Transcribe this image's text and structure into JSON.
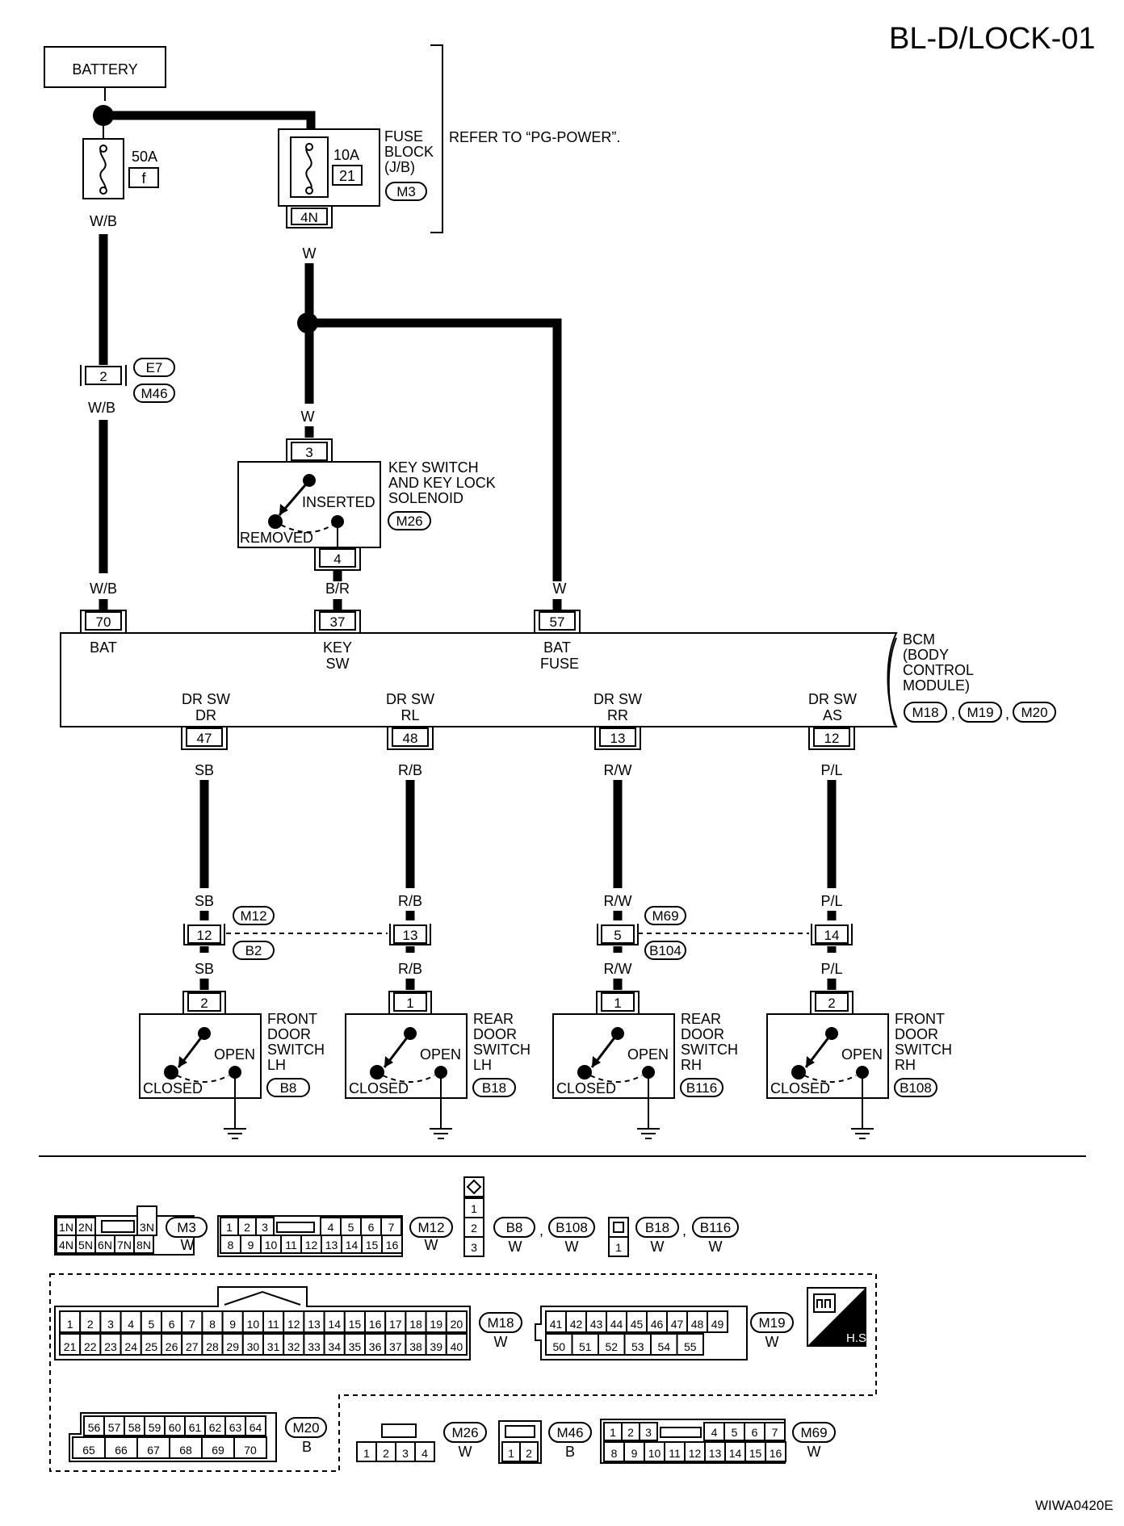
{
  "title": "BL-D/LOCK-01",
  "footer_code": "WIWA0420E",
  "battery": {
    "label": "BATTERY",
    "fuse_amps": "50A",
    "fuse_id": "f",
    "wire": "W/B"
  },
  "fuse_block": {
    "amps": "10A",
    "number": "21",
    "terminal": "4N",
    "wire": "W",
    "name_lines": [
      "FUSE",
      "BLOCK",
      "(J/B)"
    ],
    "connector": "M3",
    "refer": "REFER TO “PG-POWER”."
  },
  "inline_conn_top": {
    "pin": "2",
    "conn_a": "E7",
    "conn_b": "M46",
    "wire": "W/B"
  },
  "key_switch": {
    "pin_in": "3",
    "pin_out": "4",
    "wire_in": "W",
    "wire_out": "B/R",
    "inserted": "INSERTED",
    "removed": "REMOVED",
    "name_lines": [
      "KEY SWITCH",
      "AND KEY LOCK",
      "SOLENOID"
    ],
    "connector": "M26"
  },
  "bcm": {
    "name_lines": [
      "BCM",
      "(BODY",
      "CONTROL",
      "MODULE)"
    ],
    "connectors": [
      "M18",
      "M19",
      "M20"
    ],
    "top_pins": [
      {
        "pin": "70",
        "wire": "W/B",
        "label": [
          "BAT"
        ]
      },
      {
        "pin": "37",
        "wire": "B/R",
        "label": [
          "KEY",
          "SW"
        ]
      },
      {
        "pin": "57",
        "wire": "W",
        "label": [
          "BAT",
          "FUSE"
        ]
      }
    ],
    "bottom_pins": [
      {
        "pin": "47",
        "wire": "SB",
        "label": [
          "DR SW",
          "DR"
        ]
      },
      {
        "pin": "48",
        "wire": "R/B",
        "label": [
          "DR SW",
          "RL"
        ]
      },
      {
        "pin": "13",
        "wire": "R/W",
        "label": [
          "DR SW",
          "RR"
        ]
      },
      {
        "pin": "12",
        "wire": "P/L",
        "label": [
          "DR SW",
          "AS"
        ]
      }
    ]
  },
  "joint_conn_left": {
    "conn_a": "M12",
    "conn_b": "B2"
  },
  "joint_conn_right": {
    "conn_a": "M69",
    "conn_b": "B104"
  },
  "door_switches": [
    {
      "wire_in": "SB",
      "joint_pin": "12",
      "wire_out": "SB",
      "pin": "2",
      "name_lines": [
        "FRONT",
        "DOOR",
        "SWITCH",
        "LH"
      ],
      "connector": "B8",
      "open": "OPEN",
      "closed": "CLOSED"
    },
    {
      "wire_in": "R/B",
      "joint_pin": "13",
      "wire_out": "R/B",
      "pin": "1",
      "name_lines": [
        "REAR",
        "DOOR",
        "SWITCH",
        "LH"
      ],
      "connector": "B18",
      "open": "OPEN",
      "closed": "CLOSED"
    },
    {
      "wire_in": "R/W",
      "joint_pin": "5",
      "wire_out": "R/W",
      "pin": "1",
      "name_lines": [
        "REAR",
        "DOOR",
        "SWITCH",
        "RH"
      ],
      "connector": "B116",
      "open": "OPEN",
      "closed": "CLOSED"
    },
    {
      "wire_in": "P/L",
      "joint_pin": "14",
      "wire_out": "P/L",
      "pin": "2",
      "name_lines": [
        "FRONT",
        "DOOR",
        "SWITCH",
        "RH"
      ],
      "connector": "B108",
      "open": "OPEN",
      "closed": "CLOSED"
    }
  ],
  "connector_views": {
    "m3": {
      "row1": [
        "1N",
        "2N",
        "3N"
      ],
      "row2": [
        "4N",
        "5N",
        "6N",
        "7N",
        "8N"
      ],
      "id": "M3",
      "color": "W"
    },
    "m12": {
      "row1": [
        "1",
        "2",
        "3",
        "4",
        "5",
        "6",
        "7"
      ],
      "row2": [
        "8",
        "9",
        "10",
        "11",
        "12",
        "13",
        "14",
        "15",
        "16"
      ],
      "id": "M12",
      "color": "W"
    },
    "b8": {
      "pins": [
        "1",
        "2",
        "3"
      ],
      "ids": [
        "B8",
        "B108"
      ],
      "colors": [
        "W",
        "W"
      ]
    },
    "b18": {
      "pins": [
        "1"
      ],
      "ids": [
        "B18",
        "B116"
      ],
      "colors": [
        "W",
        "W"
      ]
    },
    "m18": {
      "row1": [
        "1",
        "2",
        "3",
        "4",
        "5",
        "6",
        "7",
        "8",
        "9",
        "10",
        "11",
        "12",
        "13",
        "14",
        "15",
        "16",
        "17",
        "18",
        "19",
        "20"
      ],
      "row2": [
        "21",
        "22",
        "23",
        "24",
        "25",
        "26",
        "27",
        "28",
        "29",
        "30",
        "31",
        "32",
        "33",
        "34",
        "35",
        "36",
        "37",
        "38",
        "39",
        "40"
      ],
      "id": "M18",
      "color": "W"
    },
    "m19": {
      "row1": [
        "41",
        "42",
        "43",
        "44",
        "45",
        "46",
        "47",
        "48",
        "49"
      ],
      "row2": [
        "50",
        "51",
        "52",
        "53",
        "54",
        "55"
      ],
      "id": "M19",
      "color": "W"
    },
    "hs": "H.S.",
    "m20": {
      "row1": [
        "56",
        "57",
        "58",
        "59",
        "60",
        "61",
        "62",
        "63",
        "64"
      ],
      "row2": [
        "65",
        "66",
        "67",
        "68",
        "69",
        "70"
      ],
      "id": "M20",
      "color": "B"
    },
    "m26": {
      "pins": [
        "1",
        "2",
        "3",
        "4"
      ],
      "id": "M26",
      "color": "W"
    },
    "m46": {
      "pins": [
        "1",
        "2"
      ],
      "id": "M46",
      "color": "B"
    },
    "m69": {
      "row1": [
        "1",
        "2",
        "3",
        "4",
        "5",
        "6",
        "7"
      ],
      "row2": [
        "8",
        "9",
        "10",
        "11",
        "12",
        "13",
        "14",
        "15",
        "16"
      ],
      "id": "M69",
      "color": "W"
    }
  }
}
